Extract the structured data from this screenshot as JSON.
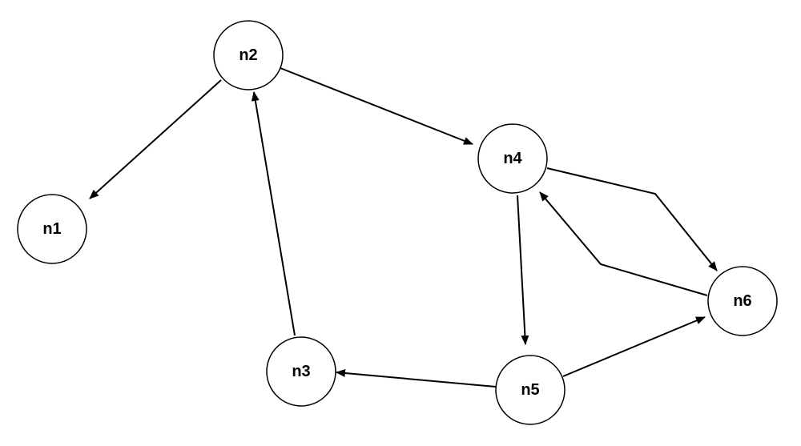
{
  "diagram": {
    "type": "directed-graph",
    "nodes": [
      {
        "id": "n1",
        "label": "n1"
      },
      {
        "id": "n2",
        "label": "n2"
      },
      {
        "id": "n3",
        "label": "n3"
      },
      {
        "id": "n4",
        "label": "n4"
      },
      {
        "id": "n5",
        "label": "n5"
      },
      {
        "id": "n6",
        "label": "n6"
      }
    ],
    "edges": [
      {
        "from": "n2",
        "to": "n1"
      },
      {
        "from": "n2",
        "to": "n4"
      },
      {
        "from": "n3",
        "to": "n2"
      },
      {
        "from": "n4",
        "to": "n5"
      },
      {
        "from": "n4",
        "to": "n6"
      },
      {
        "from": "n6",
        "to": "n4"
      },
      {
        "from": "n5",
        "to": "n3"
      },
      {
        "from": "n5",
        "to": "n6"
      }
    ],
    "colors": {
      "stroke": "#000000",
      "node_fill": "#ffffff",
      "background": "#ffffff"
    }
  }
}
